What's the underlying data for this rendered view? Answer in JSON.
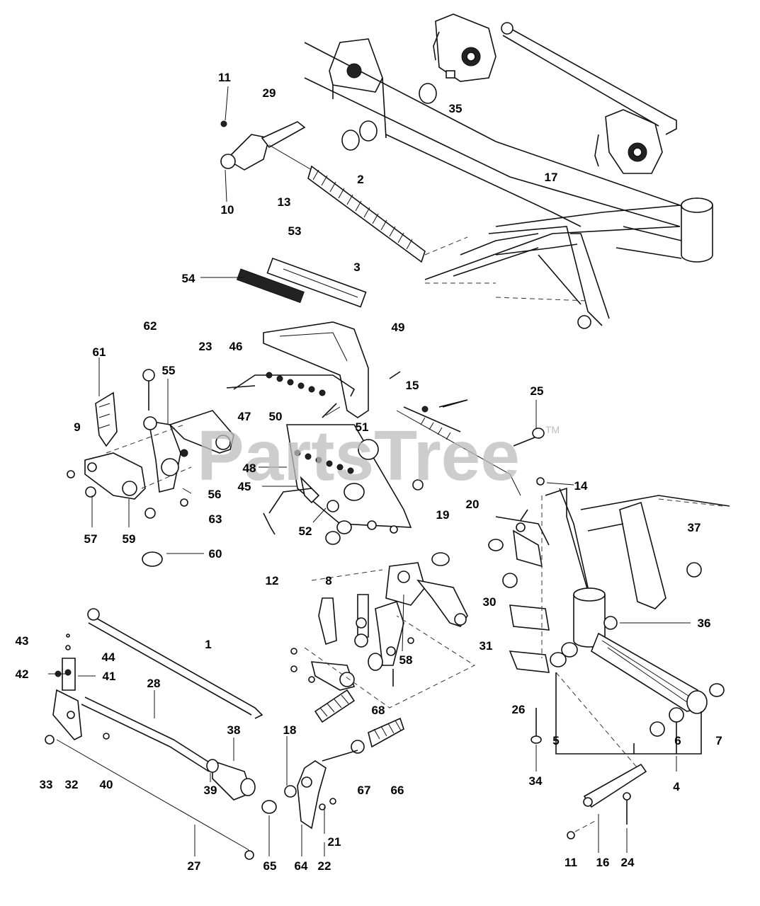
{
  "watermark": {
    "text": "PartsTree",
    "trademark": "TM"
  },
  "labels": [
    "1",
    "2",
    "3",
    "4",
    "5",
    "6",
    "7",
    "8",
    "9",
    "10",
    "11",
    "11",
    "12",
    "13",
    "14",
    "15",
    "16",
    "17",
    "18",
    "19",
    "20",
    "21",
    "22",
    "23",
    "24",
    "25",
    "26",
    "27",
    "28",
    "29",
    "30",
    "31",
    "32",
    "33",
    "34",
    "35",
    "36",
    "37",
    "38",
    "39",
    "40",
    "41",
    "42",
    "43",
    "44",
    "45",
    "46",
    "47",
    "48",
    "49",
    "50",
    "51",
    "52",
    "53",
    "54",
    "55",
    "56",
    "57",
    "58",
    "59",
    "60",
    "61",
    "62",
    "63",
    "64",
    "65",
    "66",
    "67",
    "68"
  ]
}
